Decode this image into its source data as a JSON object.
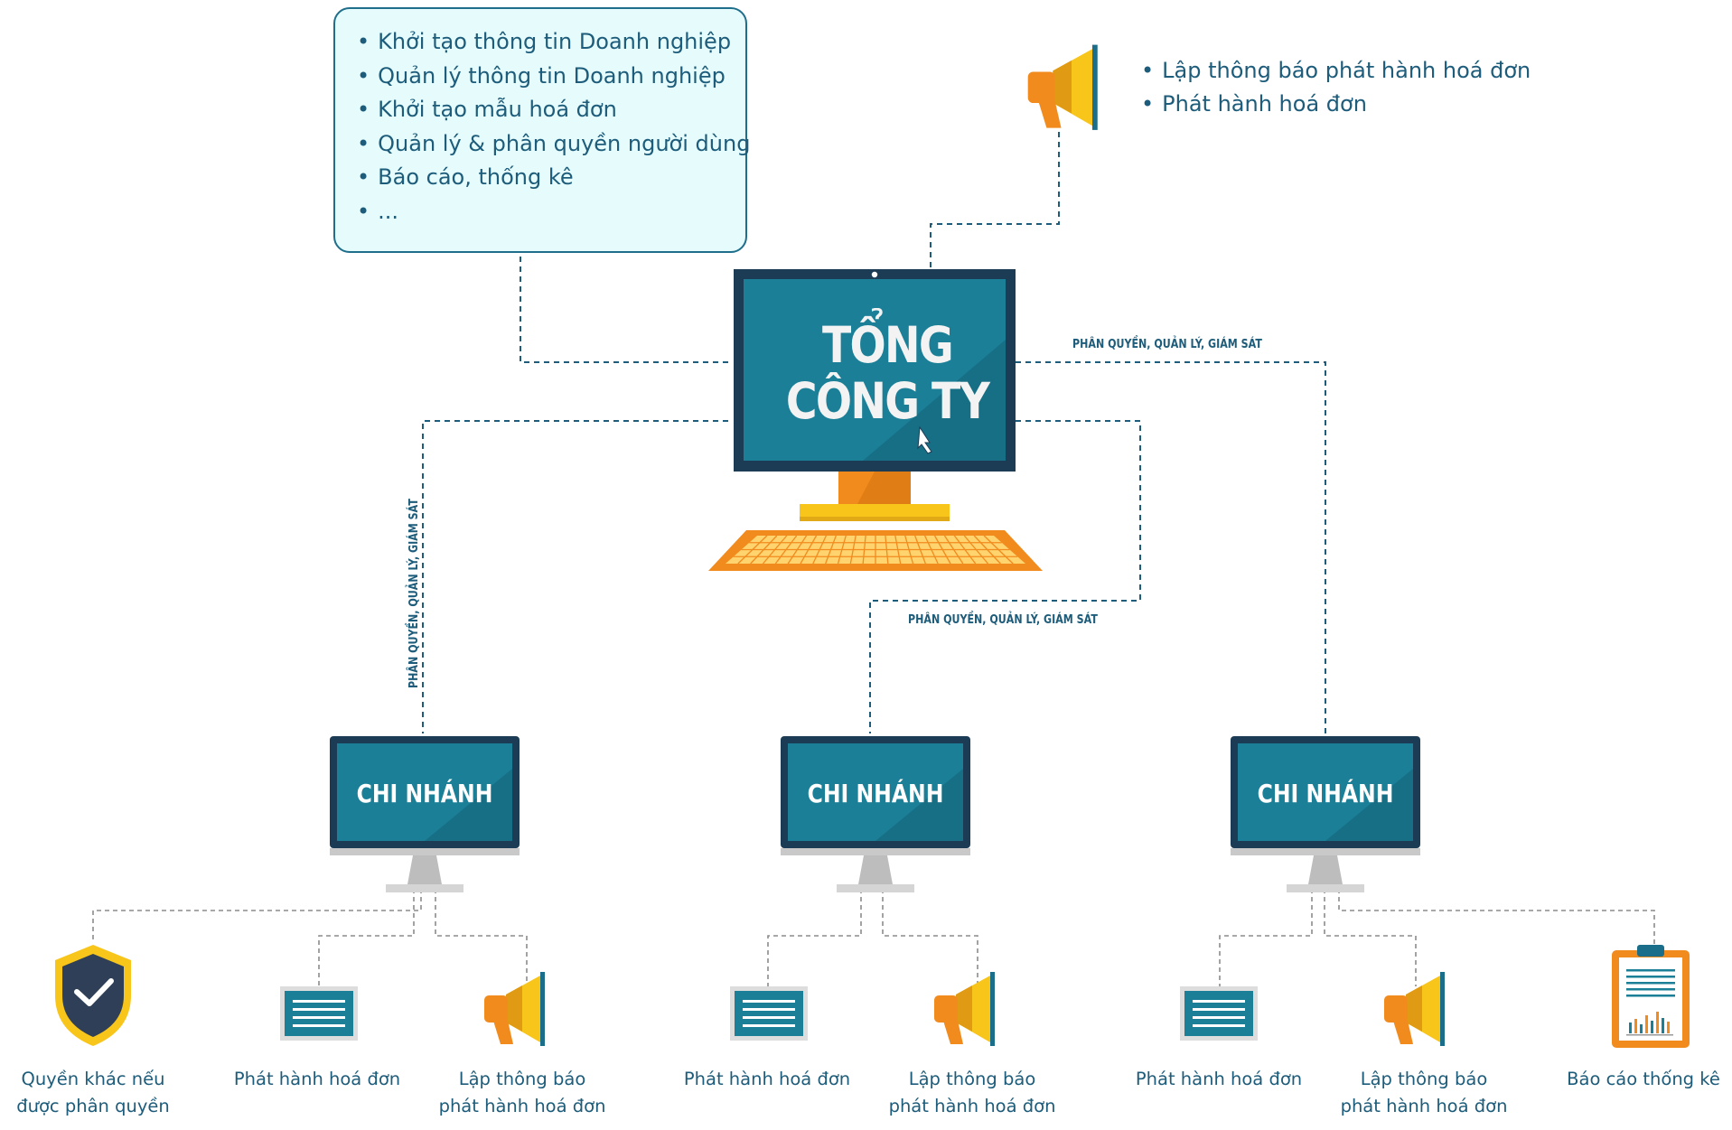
{
  "info_box": {
    "items": [
      "Khởi tạo thông tin Doanh nghiệp",
      "Quản lý thông tin Doanh nghiệp",
      "Khởi tạo mẫu hoá đơn",
      "Quản lý & phân quyền người dùng",
      "Báo cáo, thống kê",
      "..."
    ]
  },
  "publish_box": {
    "items": [
      "Lập thông báo phát hành hoá đơn",
      "Phát hành hoá đơn"
    ]
  },
  "headquarters": {
    "line1": "TỔNG",
    "line2": "CÔNG TY"
  },
  "edge_labels": {
    "right": "PHÂN QUYỀN, QUẢN LÝ, GIÁM SÁT",
    "middle": "PHÂN QUYỀN, QUẢN LÝ, GIÁM SÁT",
    "left_vertical": "PHÂN QUYỀN, QUẢN LÝ, GIÁM SÁT"
  },
  "branches": [
    {
      "label": "CHI NHÁNH",
      "leaves": [
        {
          "icon": "shield-check-icon",
          "line1": "Quyền khác nếu",
          "line2": "được phân quyền"
        },
        {
          "icon": "invoice-document-icon",
          "line1": "Phát hành hoá đơn",
          "line2": ""
        },
        {
          "icon": "megaphone-icon",
          "line1": "Lập thông báo",
          "line2": "phát hành hoá đơn"
        }
      ]
    },
    {
      "label": "CHI NHÁNH",
      "leaves": [
        {
          "icon": "invoice-document-icon",
          "line1": "Phát hành hoá đơn",
          "line2": ""
        },
        {
          "icon": "megaphone-icon",
          "line1": "Lập thông báo",
          "line2": "phát hành hoá đơn"
        }
      ]
    },
    {
      "label": "CHI NHÁNH",
      "leaves": [
        {
          "icon": "invoice-document-icon",
          "line1": "Phát hành hoá đơn",
          "line2": ""
        },
        {
          "icon": "megaphone-icon",
          "line1": "Lập thông báo",
          "line2": "phát hành hoá đơn"
        },
        {
          "icon": "clipboard-report-icon",
          "line1": "Báo cáo thống kê",
          "line2": ""
        }
      ]
    }
  ],
  "colors": {
    "primary_dark": "#1d5c7a",
    "screen_teal": "#1b7f97",
    "bezel_dark": "#1c3c55",
    "accent_orange": "#f28b1e",
    "accent_yellow": "#f8c51a",
    "infobox_fill": "#e5fbfc",
    "dashed_line": "#1d5c7a",
    "leaf_line": "#9a9a9a"
  }
}
